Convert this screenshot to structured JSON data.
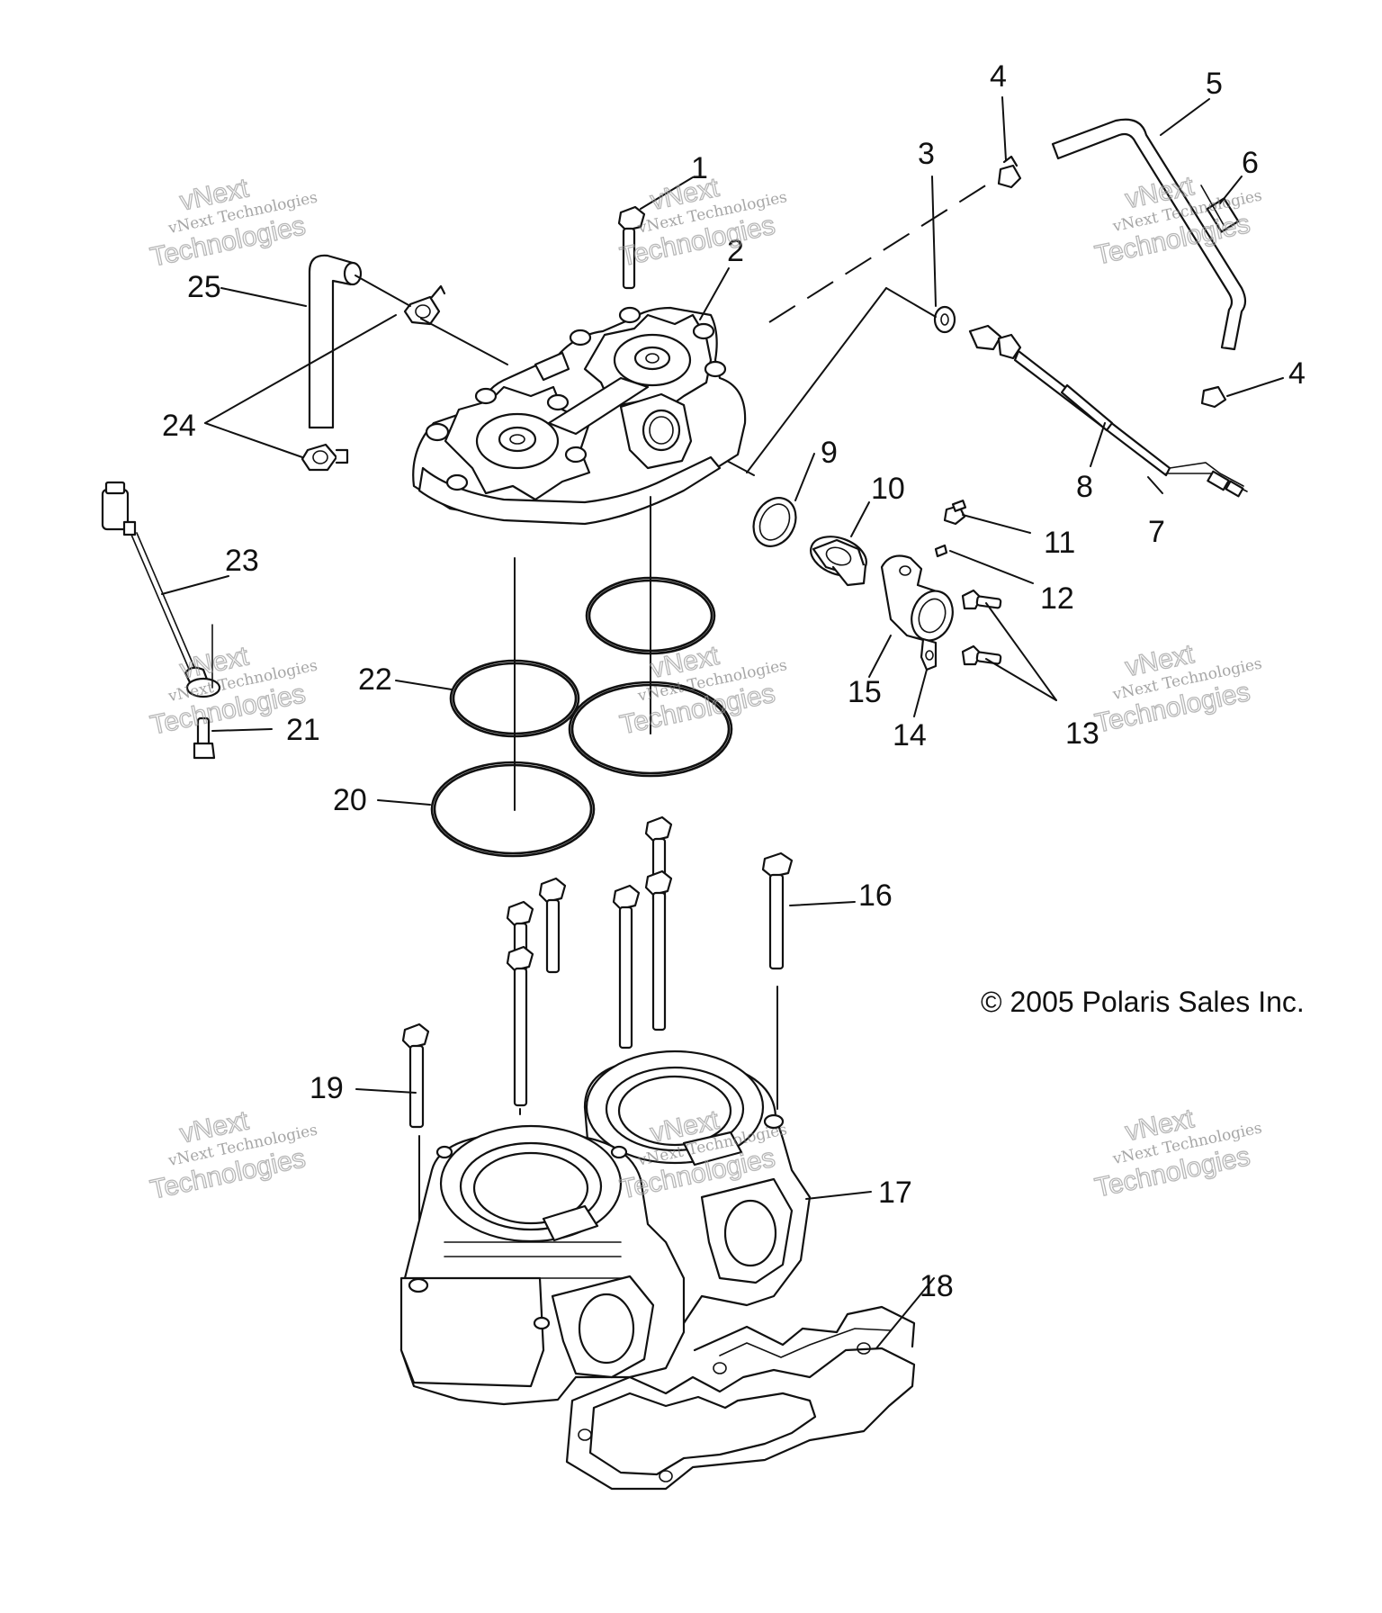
{
  "callouts": {
    "c1": "1",
    "c2": "2",
    "c3": "3",
    "c4a": "4",
    "c4b": "4",
    "c5": "5",
    "c6": "6",
    "c7": "7",
    "c8": "8",
    "c9": "9",
    "c10": "10",
    "c11": "11",
    "c12": "12",
    "c13": "13",
    "c14": "14",
    "c15": "15",
    "c16": "16",
    "c17": "17",
    "c18": "18",
    "c19": "19",
    "c20": "20",
    "c21": "21",
    "c22": "22",
    "c23": "23",
    "c24": "24",
    "c25": "25"
  },
  "copyright": "© 2005 Polaris Sales Inc.",
  "watermark": {
    "small": "vNext Technologies",
    "large_top": "vNext",
    "large_bottom": "Technologies"
  }
}
